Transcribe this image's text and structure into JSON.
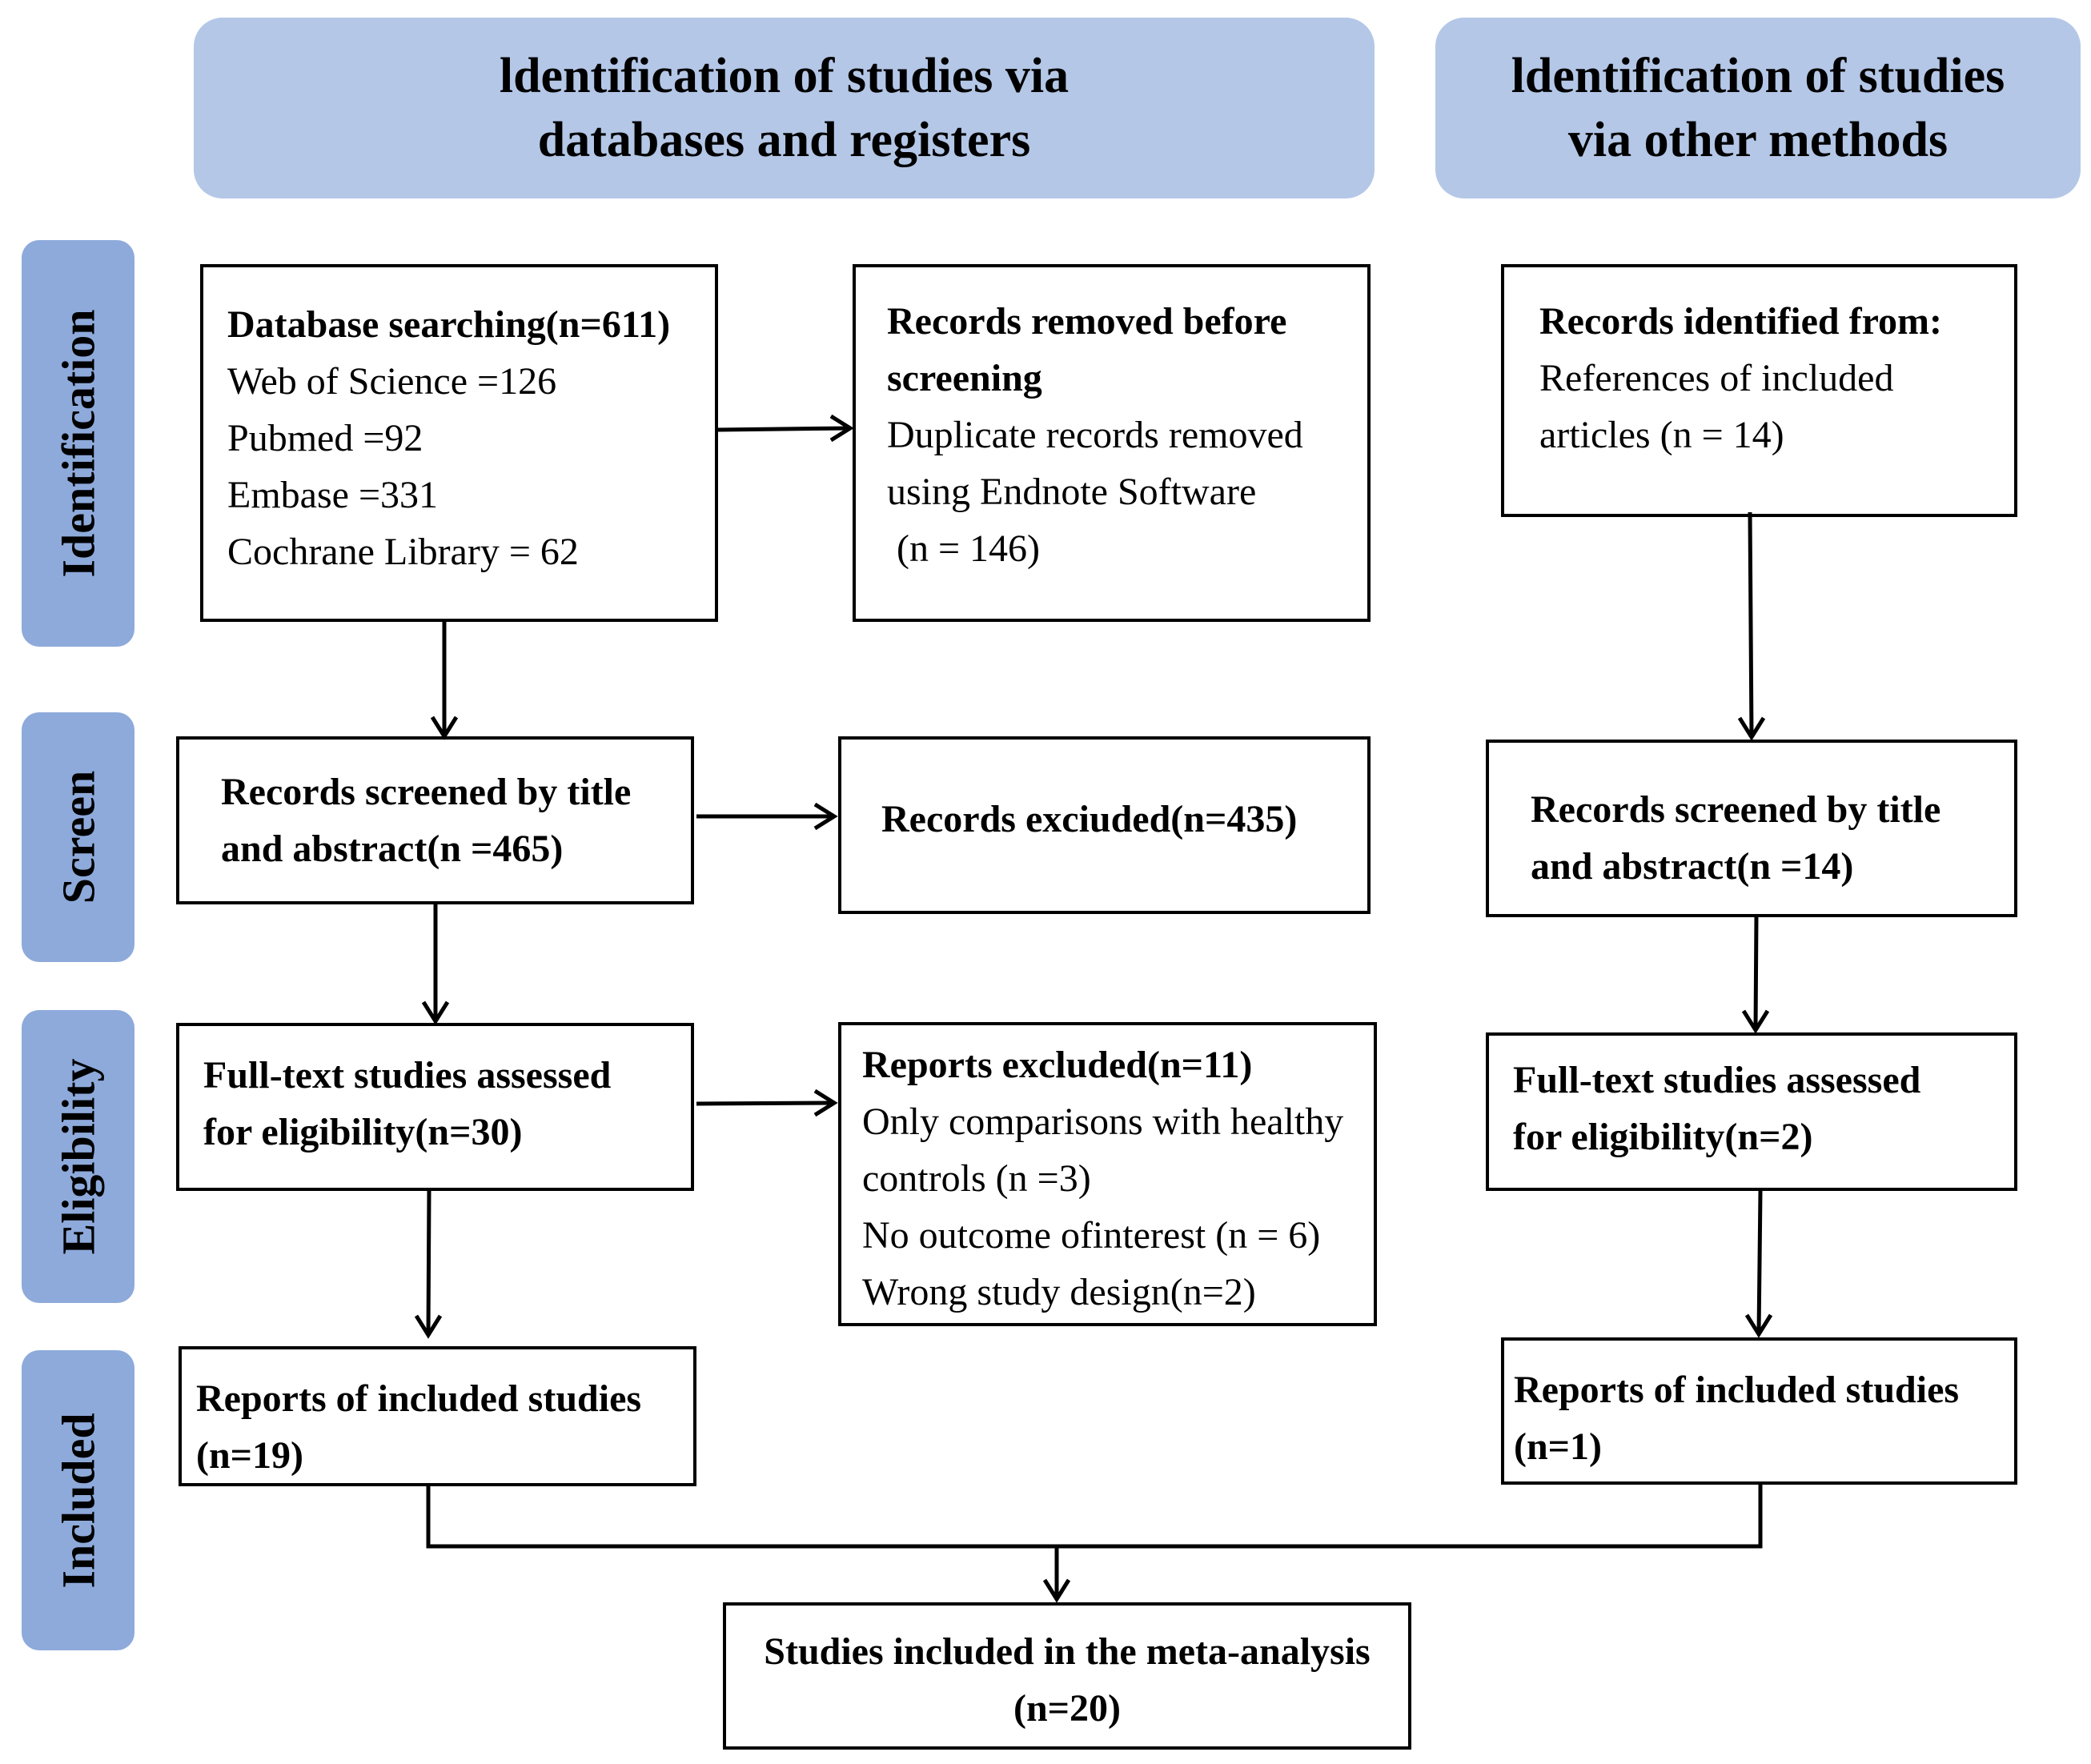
{
  "headers": {
    "databases": [
      "ldentification of studies via",
      "databases and registers"
    ],
    "other": [
      "ldentification of studies",
      "via other methods"
    ]
  },
  "phases": {
    "identification": "Identification",
    "screen": "Screen",
    "eligibility": "Eligibility",
    "included": "Included"
  },
  "boxes": {
    "database_search": {
      "title": "Database searching(n=611)",
      "lines": [
        "Web of Science =126",
        "Pubmed =92",
        "Embase =331",
        "Cochrane Library = 62"
      ]
    },
    "removed_before_screening": {
      "title": [
        "Records removed before",
        "screening"
      ],
      "lines": [
        "Duplicate records removed",
        "using Endnote Software",
        " (n = 146)"
      ]
    },
    "other_identified": {
      "title": "Records identified from:",
      "lines": [
        "References of included",
        "articles (n = 14)"
      ]
    },
    "screened_db": [
      "Records screened by title",
      "and abstract(n =465)"
    ],
    "excluded_records": "Records exciuded(n=435)",
    "screened_other": [
      "Records screened by title",
      "and abstract(n =14)"
    ],
    "fulltext_db": [
      "Full-text studies assessed",
      "for eligibility(n=30)"
    ],
    "reports_excluded": {
      "title": "Reports excluded(n=11)",
      "lines": [
        "Only comparisons with healthy",
        "controls (n =3)",
        "No outcome ofinterest (n = 6)",
        "Wrong study design(n=2)"
      ]
    },
    "fulltext_other": [
      "Full-text studies assessed",
      "for eligibility(n=2)"
    ],
    "included_db": [
      "Reports of included studies",
      "(n=19)"
    ],
    "included_other": [
      "Reports of included studies",
      "(n=1)"
    ],
    "meta_analysis": [
      "Studies included in the meta-analysis",
      "(n=20)"
    ]
  },
  "colors": {
    "header_fill": "#b4c7e7",
    "phase_fill": "#8eaadb",
    "border": "#000000"
  }
}
